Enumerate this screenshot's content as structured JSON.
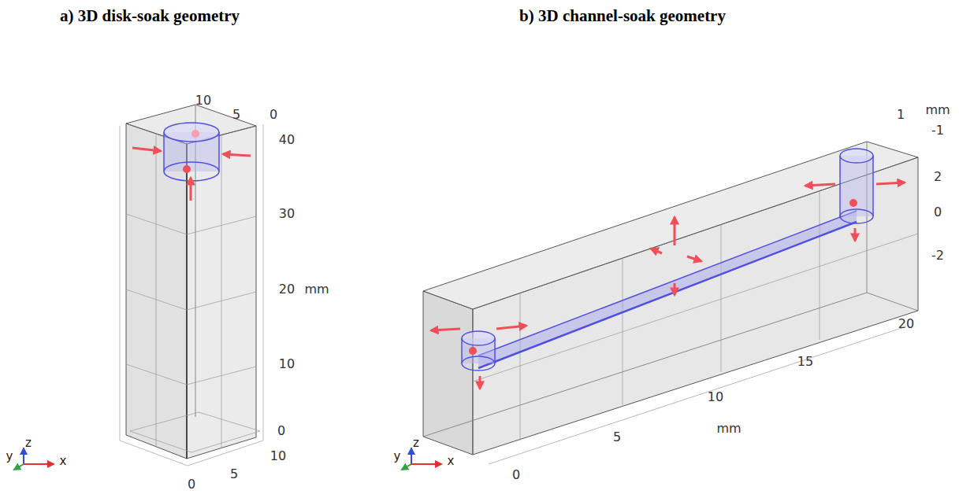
{
  "diagram": {
    "labels": [
      "a) 3D disk-soak geometry",
      "b) 3D channel-soak geometry",
      "10",
      "5",
      "0",
      "40",
      "30",
      "20",
      "mm",
      "10",
      "0",
      "10",
      "5",
      "0",
      "y",
      "z",
      "x",
      "mm",
      "1",
      "-1",
      "2",
      "0",
      "-2",
      "20",
      "15",
      "10",
      "mm",
      "5",
      "0",
      "y",
      "z",
      "x"
    ]
  }
}
